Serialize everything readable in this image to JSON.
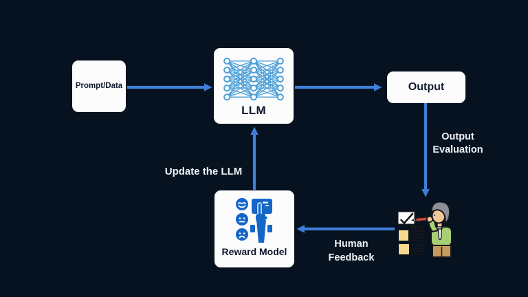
{
  "diagram": {
    "title_semantic": "rlhf-feedback-loop-diagram"
  },
  "boxes": {
    "prompt_data": {
      "label": "Prompt/Data"
    },
    "llm": {
      "label": "LLM"
    },
    "output": {
      "label": "Output"
    },
    "reward_model": {
      "label": "Reward Model"
    }
  },
  "edge_labels": {
    "output_evaluation": {
      "line1": "Output",
      "line2": "Evaluation"
    },
    "update_llm": {
      "label": "Update the LLM"
    },
    "human_feedback": {
      "line1": "Human",
      "line2": "Feedback"
    }
  },
  "icons": {
    "llm": "neural-network-icon",
    "reward_model": "rating-faces-hand-icon",
    "evaluator": "human-evaluator-checklist-icon"
  },
  "colors": {
    "bg": "#06121f",
    "arrow": "#3f7fd9",
    "nn": "#4da0d8",
    "reward": "#1467c8",
    "box_bg": "#fcfcfd",
    "box_text": "#101a2b",
    "label_text": "#eef2f8"
  }
}
